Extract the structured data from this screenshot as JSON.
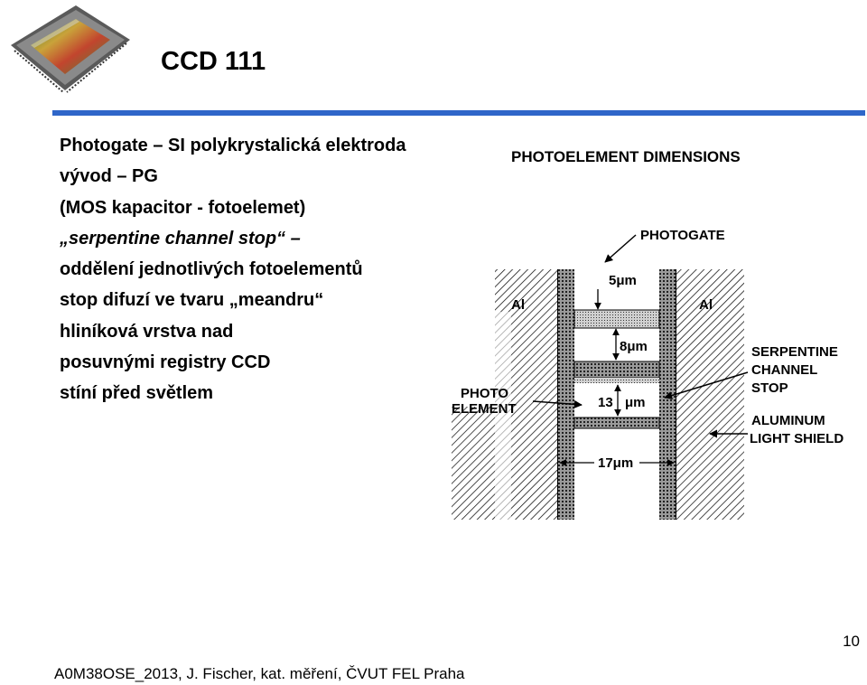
{
  "slide": {
    "title": "CCD 111",
    "page_number": "10",
    "footer": "A0M38OSE_2013, J. Fischer, kat. měření, ČVUT FEL Praha"
  },
  "bullets": [
    {
      "text": "Photogate – SI polykrystalická elektroda"
    },
    {
      "text": "vývod – PG"
    },
    {
      "text": "(MOS kapacitor - fotoelemet)"
    },
    {
      "text": "„serpentine channel stop“ –"
    },
    {
      "text": "oddělení jednotlivých fotoelementů"
    },
    {
      "text": "stop difuzí ve tvaru „meandru“"
    },
    {
      "text": "hliníková vrstva nad"
    },
    {
      "text": "posuvnými registry CCD"
    },
    {
      "text": "stíní před světlem"
    }
  ],
  "figure": {
    "heading": "PHOTOELEMENT DIMENSIONS",
    "labels": {
      "photogate": "PHOTOGATE",
      "al_left": "Al",
      "al_right": "Al",
      "dim_5": "5μm",
      "dim_8": "8μm",
      "dim_13": "13",
      "dim_13_unit": "μm",
      "dim_17": "17μm",
      "photo": "PHOTO",
      "element": "ELEMENT",
      "serpentine_1": "SERPENTINE",
      "serpentine_2": "CHANNEL",
      "serpentine_3": "STOP",
      "aluminum_1": "ALUMINUM",
      "aluminum_2": "LIGHT SHIELD"
    }
  }
}
